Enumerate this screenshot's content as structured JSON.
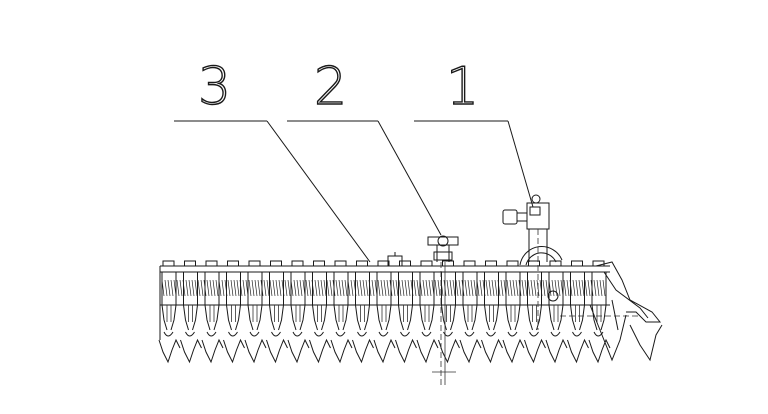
{
  "callouts": [
    {
      "label": "3",
      "part": "strip-row"
    },
    {
      "label": "2",
      "part": "upright-pin"
    },
    {
      "label": "1",
      "part": "clamp-knob"
    }
  ],
  "colors": {
    "line": "#1a1a1a",
    "background": "#ffffff"
  },
  "unit_count": 21
}
